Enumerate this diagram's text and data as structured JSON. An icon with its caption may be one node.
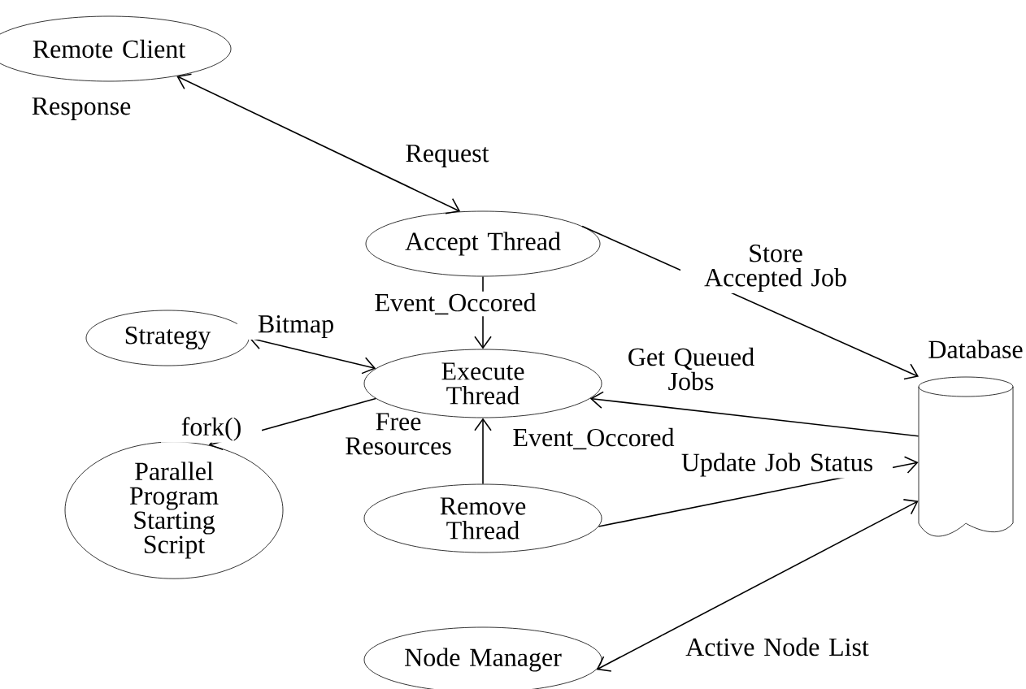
{
  "diagram": {
    "nodes": [
      {
        "text": [
          "Remote Client"
        ]
      },
      {
        "text": [
          "Accept Thread"
        ]
      },
      {
        "text": [
          "Strategy"
        ]
      },
      {
        "text": [
          "Execute Thread"
        ]
      },
      {
        "text": [
          "Parallel Program Starting Script"
        ]
      },
      {
        "text": [
          "Remove Thread"
        ]
      },
      {
        "text": [
          "Node Manager"
        ]
      },
      {
        "text": [
          "Database"
        ]
      }
    ],
    "edges": [
      {
        "from": 0,
        "to": 1,
        "arrow": "both",
        "label": "Request"
      },
      {
        "from": 1,
        "to": 3,
        "arrow": "to",
        "label": "Event_Occored"
      },
      {
        "from": 2,
        "to": 3,
        "arrow": "both",
        "label": "Bitmap"
      },
      {
        "from": 3,
        "to": 4,
        "arrow": "to",
        "label": "fork()"
      },
      {
        "from": 7,
        "to": 3,
        "arrow": "to",
        "label": "Get Queued Jobs"
      },
      {
        "from": 5,
        "to": 3,
        "arrow": "to",
        "label": "Event_Occored"
      },
      {
        "from": 1,
        "to": 7,
        "arrow": "to",
        "label": "Store Accepted Job"
      },
      {
        "from": 5,
        "to": 7,
        "arrow": "to",
        "label": "Update Job Status"
      },
      {
        "from": 6,
        "to": 7,
        "arrow": "both",
        "label": "Active Node List"
      }
    ],
    "labels": [
      "Response",
      "Free Resources"
    ]
  }
}
